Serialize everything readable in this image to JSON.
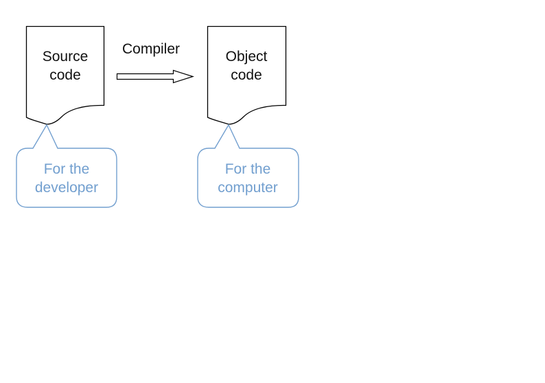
{
  "diagram": {
    "source_doc": {
      "line1": "Source",
      "line2": "code"
    },
    "object_doc": {
      "line1": "Object",
      "line2": "code"
    },
    "arrow_label": "Compiler",
    "source_callout": {
      "line1": "For the",
      "line2": "developer"
    },
    "object_callout": {
      "line1": "For the",
      "line2": "computer"
    }
  },
  "colors": {
    "shape_stroke": "#000000",
    "callout_stroke": "#729fcf",
    "callout_text": "#729fcf"
  }
}
